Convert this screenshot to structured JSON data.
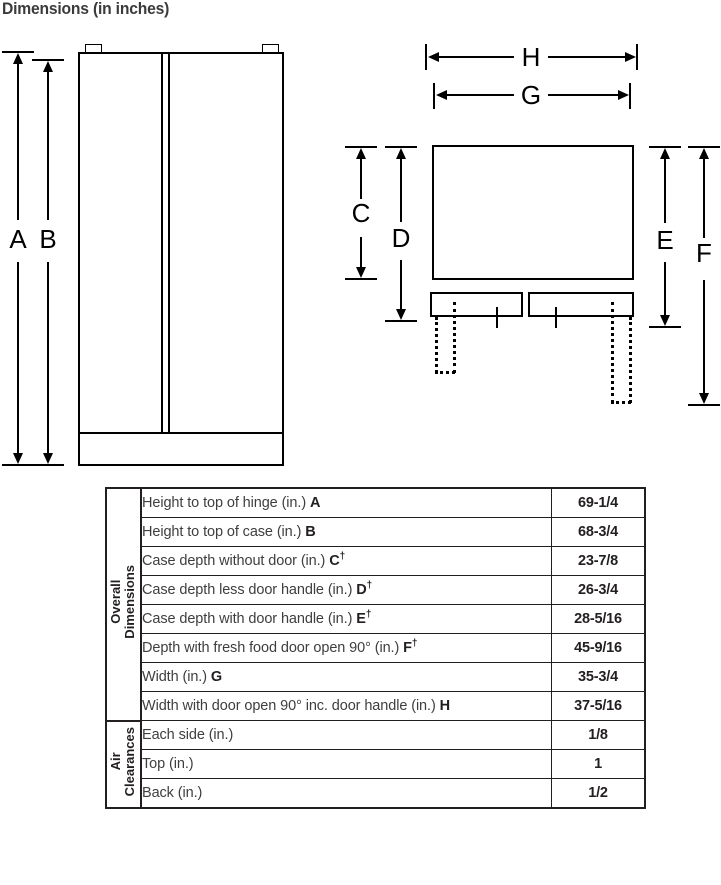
{
  "title": "Dimensions (in inches)",
  "diagram": {
    "front_view": {
      "labels": [
        {
          "key": "A",
          "text": "A"
        },
        {
          "key": "B",
          "text": "B"
        }
      ]
    },
    "top_view": {
      "labels": [
        {
          "key": "H",
          "text": "H"
        },
        {
          "key": "G",
          "text": "G"
        },
        {
          "key": "C",
          "text": "C"
        },
        {
          "key": "D",
          "text": "D"
        },
        {
          "key": "E",
          "text": "E"
        },
        {
          "key": "F",
          "text": "F"
        }
      ]
    }
  },
  "table": {
    "groups": [
      {
        "label": "Overall\nDimensions",
        "rows": [
          {
            "desc": "Height to top of hinge (in.) ",
            "letter": "A",
            "dagger": "",
            "value": "69-1/4"
          },
          {
            "desc": "Height to top of case (in.) ",
            "letter": "B",
            "dagger": "",
            "value": "68-3/4"
          },
          {
            "desc": "Case depth without door (in.) ",
            "letter": "C",
            "dagger": "†",
            "value": "23-7/8"
          },
          {
            "desc": "Case depth less door handle (in.) ",
            "letter": "D",
            "dagger": "†",
            "value": "26-3/4"
          },
          {
            "desc": "Case depth with door handle (in.) ",
            "letter": "E",
            "dagger": "†",
            "value": "28-5/16"
          },
          {
            "desc": "Depth with fresh food door open 90° (in.) ",
            "letter": "F",
            "dagger": "†",
            "value": "45-9/16"
          },
          {
            "desc": "Width (in.) ",
            "letter": "G",
            "dagger": "",
            "value": "35-3/4"
          },
          {
            "desc": "Width with door open 90° inc. door handle (in.) ",
            "letter": "H",
            "dagger": "",
            "value": "37-5/16"
          }
        ]
      },
      {
        "label": "Air\nClearances",
        "rows": [
          {
            "desc": "Each side (in.)",
            "letter": "",
            "dagger": "",
            "value": "1/8"
          },
          {
            "desc": "Top (in.)",
            "letter": "",
            "dagger": "",
            "value": "1"
          },
          {
            "desc": "Back (in.)",
            "letter": "",
            "dagger": "",
            "value": "1/2"
          }
        ]
      }
    ]
  },
  "colors": {
    "line": "#000000",
    "text": "#231f20",
    "muted_text": "#3e3e3e",
    "background": "#ffffff"
  }
}
